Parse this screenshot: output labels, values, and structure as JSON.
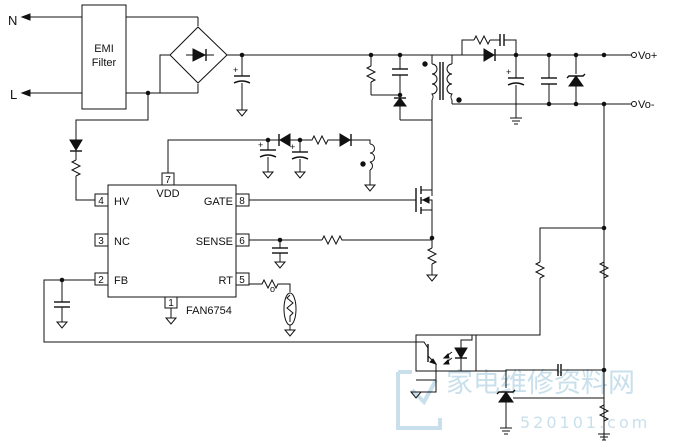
{
  "inputs": {
    "n_label": "N",
    "l_label": "L"
  },
  "emi": {
    "line1": "EMI",
    "line2": "Filter"
  },
  "outputs": {
    "vo_plus": "Vo+",
    "vo_minus": "Vo-"
  },
  "ic": {
    "name": "FAN6754",
    "pins": [
      {
        "num": "4",
        "label": "HV"
      },
      {
        "num": "3",
        "label": "NC"
      },
      {
        "num": "2",
        "label": "FB"
      },
      {
        "num": "7",
        "label": "VDD"
      },
      {
        "num": "8",
        "label": "GATE"
      },
      {
        "num": "6",
        "label": "SENSE"
      },
      {
        "num": "5",
        "label": "RT"
      },
      {
        "num": "1",
        "label": ""
      }
    ]
  },
  "watermark": {
    "site_text": "家电维修资料网",
    "url_text": "520101.com"
  },
  "colors": {
    "line": "#111111",
    "watermark": "#c9e0ec"
  }
}
